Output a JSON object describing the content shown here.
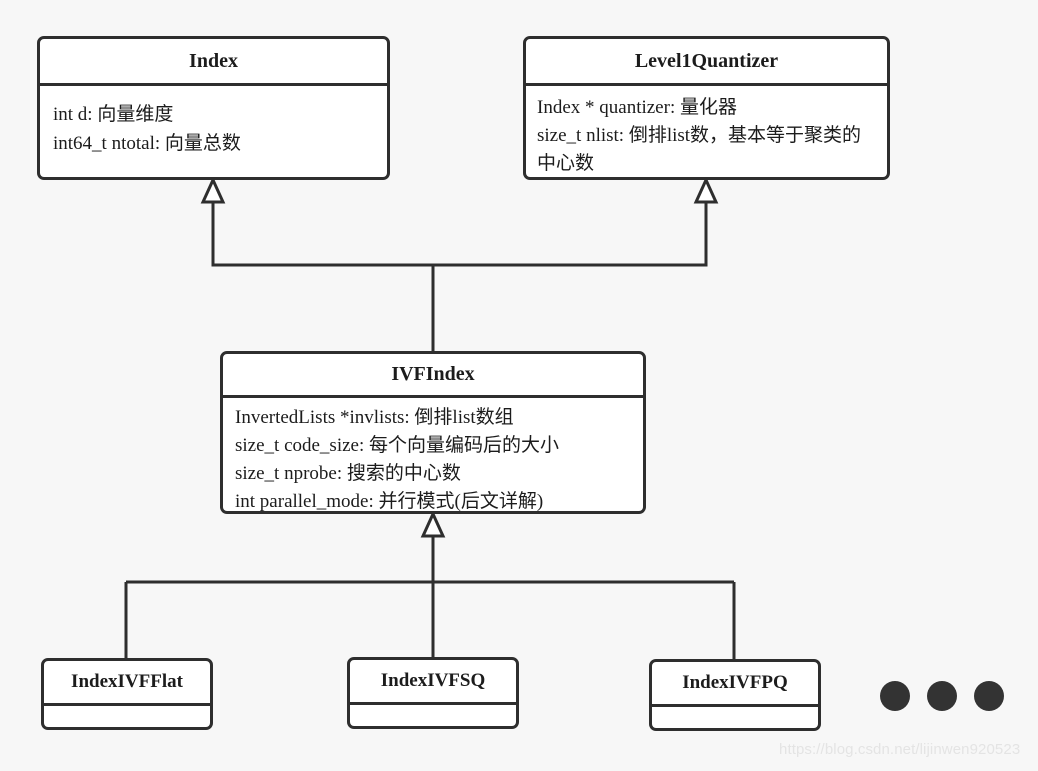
{
  "diagram": {
    "title": "Faiss IVF index class hierarchy",
    "background_color": "#f7f7f7",
    "line_color": "#2e2e2e",
    "box_fill": "#ffffff",
    "relation": "generalization"
  },
  "classes": {
    "index": {
      "name": "Index",
      "attributes": [
        "int d:  向量维度",
        "int64_t ntotal:  向量总数"
      ]
    },
    "level1quantizer": {
      "name": "Level1Quantizer",
      "attributes": [
        "Index * quantizer: 量化器",
        "size_t nlist:  倒排list数，基本等于聚类的中心数"
      ]
    },
    "ivfindex": {
      "name": "IVFIndex",
      "attributes": [
        "InvertedLists *invlists:  倒排list数组",
        "size_t code_size: 每个向量编码后的大小",
        "size_t nprobe: 搜索的中心数",
        "int parallel_mode: 并行模式(后文详解)"
      ]
    },
    "ivfflat": {
      "name": "IndexIVFFlat",
      "attributes": []
    },
    "ivfsq": {
      "name": "IndexIVFSQ",
      "attributes": []
    },
    "ivfpq": {
      "name": "IndexIVFPQ",
      "attributes": []
    }
  },
  "ellipsis": {
    "label": "more-subclasses",
    "dot_count": 3,
    "color": "#333333"
  },
  "watermark": {
    "text": "https://blog.csdn.net/lijinwen920523"
  }
}
